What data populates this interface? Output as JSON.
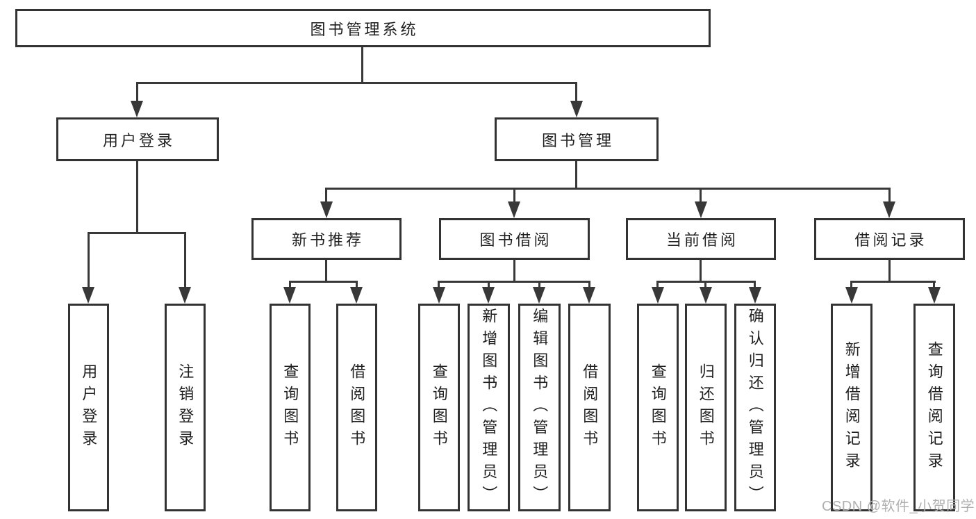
{
  "tree": {
    "root": {
      "label": "图书管理系统",
      "children": [
        {
          "label": "用户登录",
          "children": [
            {
              "label": "用户登录"
            },
            {
              "label": "注销登录"
            }
          ]
        },
        {
          "label": "图书管理",
          "children": [
            {
              "label": "新书推荐",
              "children": [
                {
                  "label": "查询图书"
                },
                {
                  "label": "借阅图书"
                }
              ]
            },
            {
              "label": "图书借阅",
              "children": [
                {
                  "label": "查询图书"
                },
                {
                  "label": "新增图书（管理员）"
                },
                {
                  "label": "编辑图书（管理员）"
                },
                {
                  "label": "借阅图书"
                }
              ]
            },
            {
              "label": "当前借阅",
              "children": [
                {
                  "label": "查询图书"
                },
                {
                  "label": "归还图书"
                },
                {
                  "label": "确认归还（管理员）"
                }
              ]
            },
            {
              "label": "借阅记录",
              "children": [
                {
                  "label": "新增借阅记录"
                },
                {
                  "label": "查询借阅记录"
                }
              ]
            }
          ]
        }
      ]
    }
  },
  "watermark": {
    "text": "CSDN @软件_小贺同学"
  },
  "colors": {
    "line": "#383838",
    "box_border": "#333333",
    "box_fill": "#ffffff",
    "text": "#1f1f1f",
    "watermark": "#b0b0b0",
    "background": "#ffffff"
  }
}
